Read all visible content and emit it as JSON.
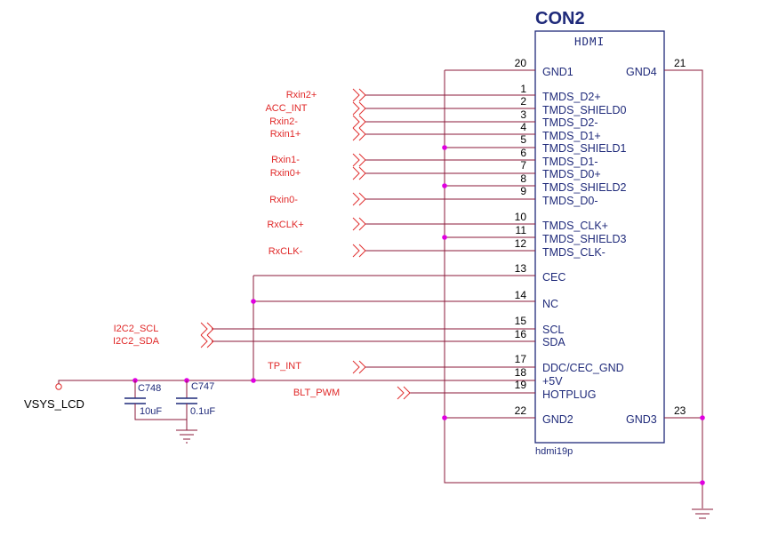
{
  "connector": {
    "ref": "CON2",
    "name": "HDMI",
    "footprint": "hdmi19p",
    "left_pins": [
      {
        "num": "20",
        "name": "GND1"
      },
      {
        "num": "1",
        "name": "TMDS_D2+"
      },
      {
        "num": "2",
        "name": "TMDS_SHIELD0"
      },
      {
        "num": "3",
        "name": "TMDS_D2-"
      },
      {
        "num": "4",
        "name": "TMDS_D1+"
      },
      {
        "num": "5",
        "name": "TMDS_SHIELD1"
      },
      {
        "num": "6",
        "name": "TMDS_D1-"
      },
      {
        "num": "7",
        "name": "TMDS_D0+"
      },
      {
        "num": "8",
        "name": "TMDS_SHIELD2"
      },
      {
        "num": "9",
        "name": "TMDS_D0-"
      },
      {
        "num": "10",
        "name": "TMDS_CLK+"
      },
      {
        "num": "11",
        "name": "TMDS_SHIELD3"
      },
      {
        "num": "12",
        "name": "TMDS_CLK-"
      },
      {
        "num": "13",
        "name": "CEC"
      },
      {
        "num": "14",
        "name": "NC"
      },
      {
        "num": "15",
        "name": "SCL"
      },
      {
        "num": "16",
        "name": "SDA"
      },
      {
        "num": "17",
        "name": "DDC/CEC_GND"
      },
      {
        "num": "18",
        "name": "+5V"
      },
      {
        "num": "19",
        "name": "HOTPLUG"
      },
      {
        "num": "22",
        "name": "GND2"
      }
    ],
    "right_pins": [
      {
        "num": "21",
        "name": "GND4"
      },
      {
        "num": "23",
        "name": "GND3"
      }
    ]
  },
  "nets": [
    "Rxin2+",
    "ACC_INT",
    "Rxin2-",
    "Rxin1+",
    "Rxin1-",
    "Rxin0+",
    "Rxin0-",
    "RxCLK+",
    "RxCLK-",
    "I2C2_SCL",
    "I2C2_SDA",
    "TP_INT",
    "BLT_PWM"
  ],
  "power": {
    "label": "VSYS_LCD"
  },
  "capacitors": [
    {
      "ref": "C748",
      "value": "10uF"
    },
    {
      "ref": "C747",
      "value": "0.1uF"
    }
  ],
  "colors": {
    "wire": "#8b1a3a",
    "component": "#1f2a7a",
    "net_label": "#e02828",
    "junction": "#e000e0"
  }
}
